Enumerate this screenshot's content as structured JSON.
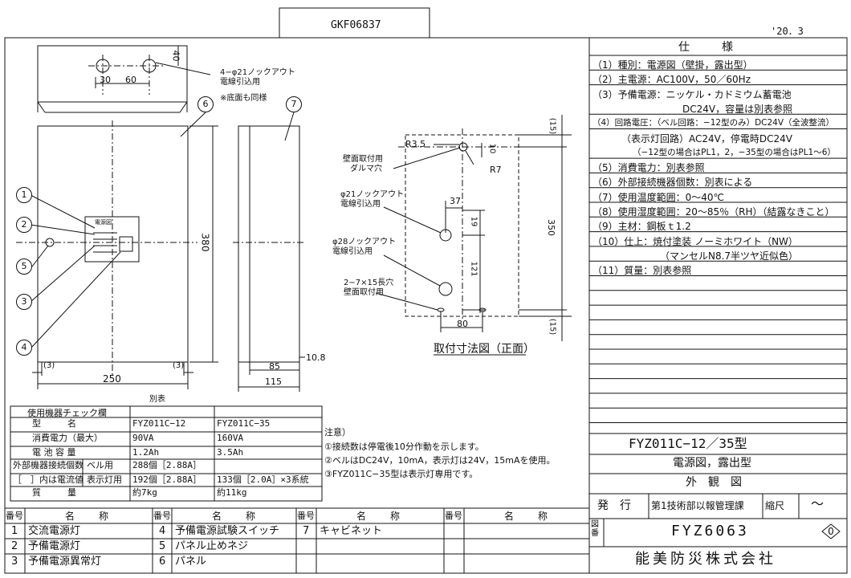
{
  "header": {
    "drawing_code": "GKF06837",
    "date": "'20．3"
  },
  "drawing": {
    "top_view": {
      "dim_40": "40",
      "dim_30": "30",
      "dim_60": "60",
      "knockout_note": "4−φ21ノックアウト",
      "knockout_note2": "電線引込用",
      "bottom_note": "※底面も同様"
    },
    "front_view": {
      "dim_380": "380",
      "dim_250": "250",
      "dim_3_left": "(3)",
      "dim_3_right": "(3)",
      "panel_title": "電源図"
    },
    "side_view": {
      "dim_85": "85",
      "dim_10_8": "10.8",
      "dim_115": "115"
    },
    "callouts": [
      "1",
      "2",
      "3",
      "4",
      "5",
      "6",
      "7"
    ],
    "mount_view": {
      "caption": "取付寸法図（正面）",
      "r35": "R3.5",
      "r7": "R7",
      "dim_10": "10",
      "dim_15_top": "(15)",
      "dim_15_bottom": "(15)",
      "dim_350": "350",
      "dim_37": "37",
      "dim_19": "19",
      "dim_121": "121",
      "dim_80": "80",
      "note_hook": "壁面取付用",
      "note_hook2": "ダルマ穴",
      "note_ko21": "φ21ノックアウト",
      "note_ko21b": "電線引込用",
      "note_ko28": "φ28ノックアウト",
      "note_ko28b": "電線引込用",
      "note_slot": "2−7×15長穴",
      "note_slot2": "壁面取付用"
    }
  },
  "spec": {
    "title": "仕　　様",
    "lines": [
      "（1）種別：電源図（壁掛，露出型）",
      "（2）主電源：AC100V，50／60Hz",
      "（3）予備電源：ニッケル・カドミウム蓄電池",
      "DC24V，容量は別表参照",
      "（4）回路電圧：（ベル回路：−12型のみ）DC24V（全波整流）",
      "（表示灯回路）AC24V，停電時DC24V",
      "（−12型の場合はPL1，2，−35型の場合はPL1〜6）",
      "（5）消費電力：別表参照",
      "（6）外部接続機器個数：別表による",
      "（7）使用温度範囲：0〜40℃",
      "（8）使用湿度範囲：20〜85％（RH）（結露なきこと）",
      "（9）主材：鋼板ｔ1.2",
      "（10）仕上：焼付塗装 ノーミホワイト（NW）",
      "（マンセルN8.7半ツヤ近似色）",
      "（11）質量：別表参照"
    ]
  },
  "table": {
    "caption": "別表",
    "title": "使用機器チェック欄",
    "rows": [
      {
        "label": "型　　　名",
        "a": "FYZ011C−12",
        "b": "FYZ011C−35"
      },
      {
        "label": "消費電力（最大）",
        "a": "90VA",
        "b": "160VA"
      },
      {
        "label": "電 池 容 量",
        "a": "1.2Ah",
        "b": "3.5Ah"
      },
      {
        "label": "外部機器接続個数",
        "sub": "ベル用",
        "a": "288個［2.88A］",
        "b": ""
      },
      {
        "label": "［　］内は電流値",
        "sub": "表示灯用",
        "a": "192個［2.88A］",
        "b": "133個［2.0A］×3系統"
      },
      {
        "label": "質　　　量",
        "a": "約7kg",
        "b": "約11kg"
      }
    ]
  },
  "notes": {
    "title": "注意）",
    "lines": [
      "①接続数は停電後10分作動を示します。",
      "②ベルはDC24V，10mA，表示灯は24V，15mAを使用。",
      "③FYZ011C−35型は表示灯専用です。"
    ]
  },
  "parts": {
    "header": {
      "no": "番号",
      "name": "名　　称"
    },
    "items": [
      {
        "no": "1",
        "name": "交流電源灯"
      },
      {
        "no": "2",
        "name": "予備電源灯"
      },
      {
        "no": "3",
        "name": "予備電源異常灯"
      },
      {
        "no": "4",
        "name": "予備電源試験スイッチ"
      },
      {
        "no": "5",
        "name": "パネル止めネジ"
      },
      {
        "no": "6",
        "name": "パネル"
      },
      {
        "no": "7",
        "name": "キャビネット"
      }
    ]
  },
  "title_block": {
    "model": "FYZ011C−12／35型",
    "product": "電源図，露出型",
    "kind": "外　観　図",
    "issue_label": "発　行",
    "dept": "第1技術部以報管理課",
    "scale_label": "縮尺",
    "scale_value": "〜",
    "drawing_no_label": "図番",
    "drawing_no": "FYZ6063",
    "revision": "0",
    "company": "能美防災株式会社"
  }
}
